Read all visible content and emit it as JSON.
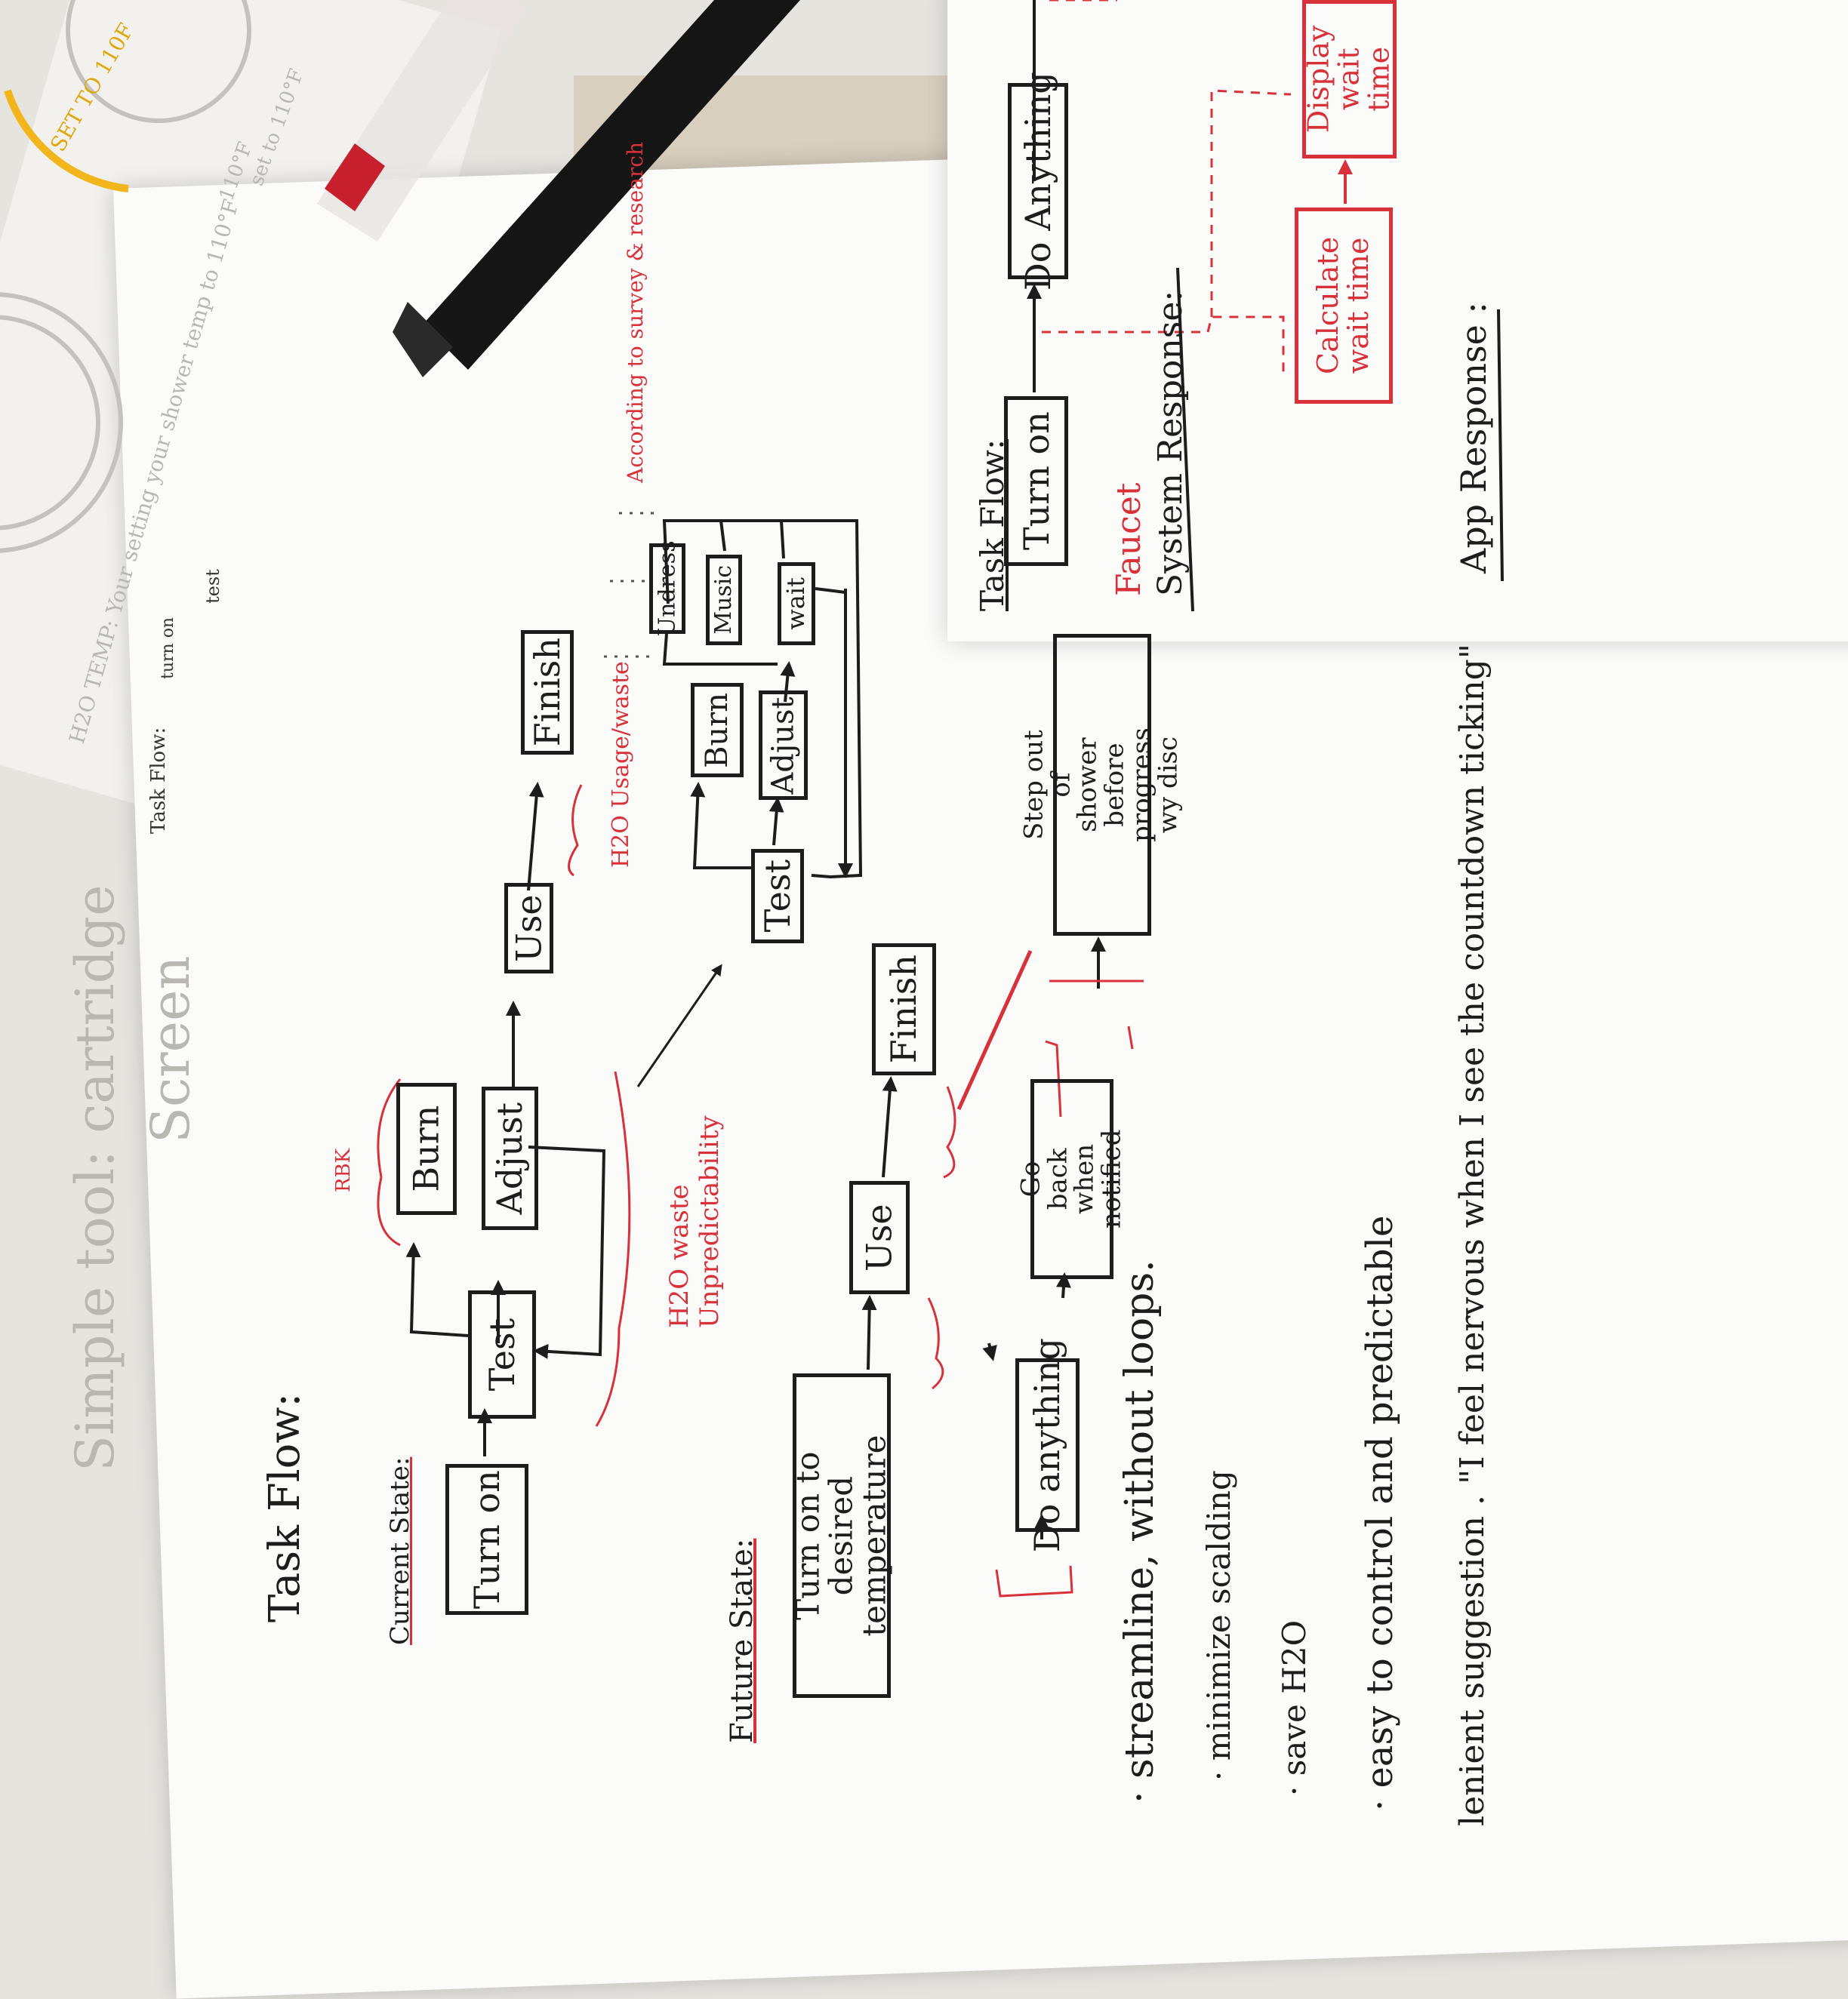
{
  "colors": {
    "ink": "#1d1d1d",
    "red_ink": "#d8313a",
    "paper": "#fbfbfa",
    "faint_pencil": "#b9b7b2"
  },
  "background_sheet": {
    "title": "Simple tool: cartridge",
    "subtitle": "Screen",
    "h2o_temp_note": "H2O TEMP: Your setting your shower temp to 110°F",
    "task_flow_label": "Task Flow:",
    "turn_on": "turn on",
    "test": "test",
    "set_to_110": "SET TO 110F",
    "bracket_110": "110°F",
    "set_to_110_2": "set to 110°F"
  },
  "main": {
    "heading": "Task Flow:",
    "current_state": {
      "label": "Current State:",
      "nodes": {
        "turn_on": "Turn on",
        "test": "Test",
        "burn": "Burn",
        "adjust": "Adjust",
        "use": "Use",
        "finish": "Finish"
      },
      "notes": {
        "rbk": "RBK",
        "h2o_waste": "H2O waste",
        "unpredictability": "Unpredictability",
        "h2o_usage": "H2O Usage/waste"
      }
    },
    "detail": {
      "nodes": {
        "test": "Test",
        "burn": "Burn",
        "adjust": "Adjust",
        "undress": "Undress",
        "music": "Music",
        "wait": "wait"
      },
      "note": "According to survey & research"
    },
    "future_state": {
      "label": "Future State:",
      "nodes": {
        "turn_on": "Turn on to desired temperature",
        "use": "Use",
        "finish": "Finish",
        "do_anything": "Do anything",
        "go_back": "Go back when notified",
        "step_out": "Step out of shower before progress wy disc"
      }
    },
    "goals": [
      "· streamline, without loops.",
      "· minimize scalding",
      "· save H2O",
      "· easy to control and predictable",
      "lenient suggestion . \"I feel nervous when I see the countdown ticking\""
    ]
  },
  "overlay_sheet": {
    "heading": "Task Flow:",
    "nodes": {
      "turn_on": "Turn on",
      "do_anything": "Do Anything",
      "calculate": "Calculate wait time",
      "display": "Display wait time"
    },
    "faucet_label": "Faucet",
    "system_response": "System Response:",
    "app_response": "App Response :"
  }
}
